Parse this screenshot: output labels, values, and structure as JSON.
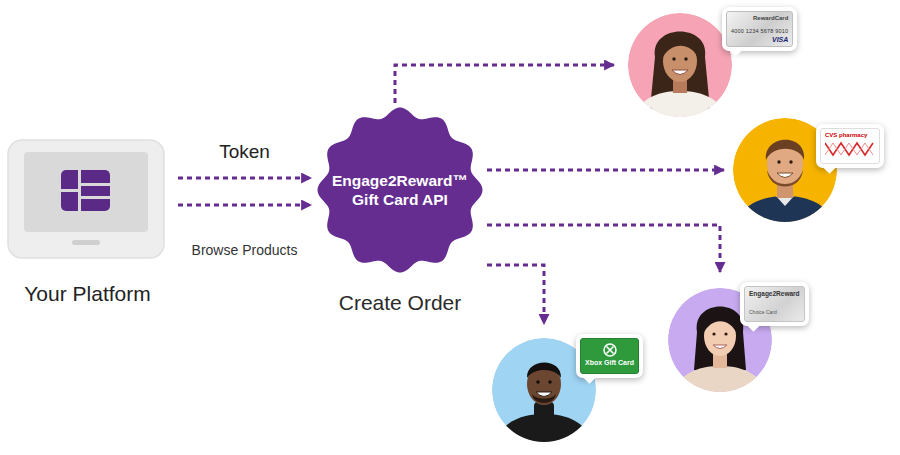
{
  "diagram": {
    "nodes": [
      {
        "text": [
          "Your Platform"
        ]
      },
      {
        "text": [
          "Engage2Reward™ Gift Card API",
          "Create Order"
        ]
      },
      {
        "text": [
          "RewardCard",
          "4000 1234 5678 9010",
          "VISA"
        ]
      },
      {
        "text": [
          "CVS pharmacy"
        ]
      },
      {
        "text": [
          "Engage2Reward",
          "Choice Card"
        ]
      },
      {
        "text": [
          "Xbox Gift Card"
        ]
      }
    ],
    "edges": [
      {
        "from": 0,
        "to": 1,
        "label": "Token",
        "arrow": "to"
      },
      {
        "from": 0,
        "to": 1,
        "label": "Browse Products",
        "arrow": "to"
      },
      {
        "from": 1,
        "to": 2,
        "arrow": "to"
      },
      {
        "from": 1,
        "to": 3,
        "arrow": "to"
      },
      {
        "from": 1,
        "to": 4,
        "arrow": "to"
      },
      {
        "from": 1,
        "to": 5,
        "arrow": "to"
      }
    ]
  }
}
